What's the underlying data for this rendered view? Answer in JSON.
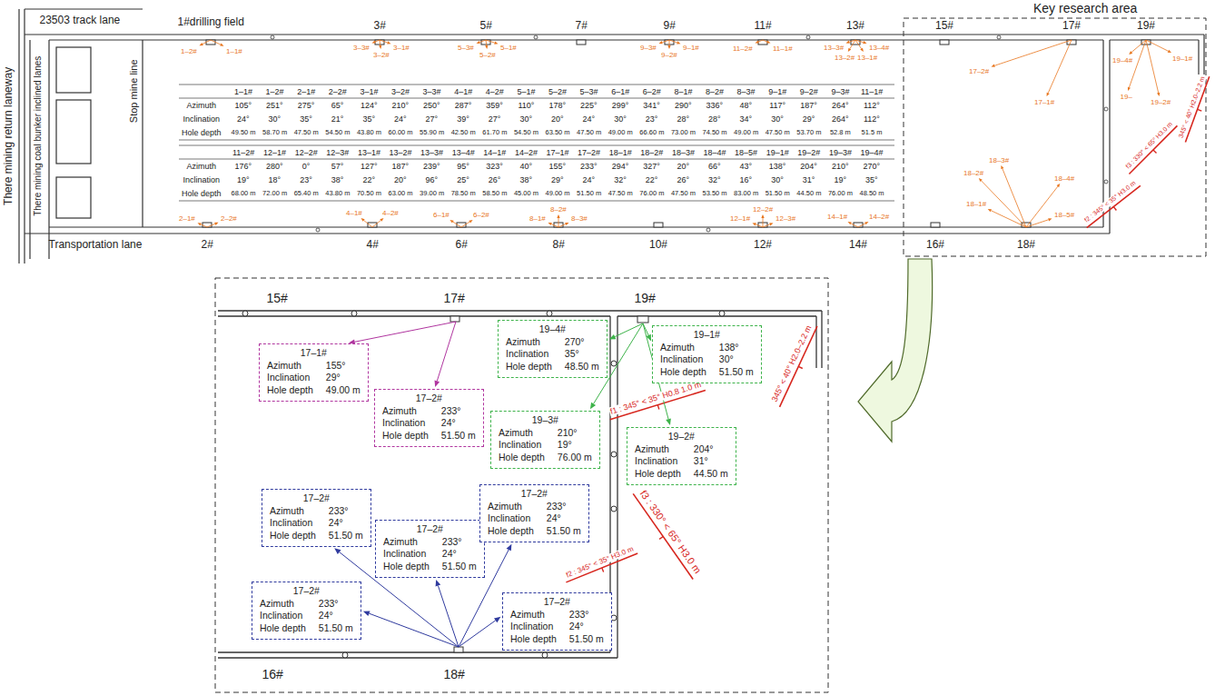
{
  "diagram": {
    "nodes": [
      {
        "text": [
          "17–1#",
          "Azimuth",
          "155°",
          "Inclination",
          "29°",
          "Hole depth",
          "49.00 m"
        ]
      },
      {
        "text": [
          "17–2#",
          "Azimuth",
          "233°",
          "Inclination",
          "24°",
          "Hole depth",
          "51.50 m"
        ]
      },
      {
        "text": [
          "19–4#",
          "Azimuth",
          "270°",
          "Inclination",
          "35°",
          "Hole depth",
          "48.50 m"
        ]
      },
      {
        "text": [
          "19–1#",
          "Azimuth",
          "138°",
          "Inclination",
          "30°",
          "Hole depth",
          "51.50 m"
        ]
      },
      {
        "text": [
          "19–3#",
          "Azimuth",
          "210°",
          "Inclination",
          "19°",
          "Hole depth",
          "76.00 m"
        ]
      },
      {
        "text": [
          "19–2#",
          "Azimuth",
          "204°",
          "Inclination",
          "31°",
          "Hole depth",
          "44.50 m"
        ]
      },
      {
        "text": [
          "17–2#",
          "Azimuth",
          "233°",
          "Inclination",
          "24°",
          "Hole depth",
          "51.50 m"
        ]
      },
      {
        "text": [
          "17–2#",
          "Azimuth",
          "233°",
          "Inclination",
          "24°",
          "Hole depth",
          "51.50 m"
        ]
      },
      {
        "text": [
          "17–2#",
          "Azimuth",
          "233°",
          "Inclination",
          "24°",
          "Hole depth",
          "51.50 m"
        ]
      },
      {
        "text": [
          "17–2#",
          "Azimuth",
          "233°",
          "Inclination",
          "24°",
          "Hole depth",
          "51.50 m"
        ]
      },
      {
        "text": [
          "17–2#",
          "Azimuth",
          "233°",
          "Inclination",
          "24°",
          "Hole depth",
          "51.50 m"
        ]
      }
    ],
    "labels": [
      "Key research area",
      "23503 track lane",
      "1#drilling field",
      "There mining return laneway",
      "There mining coal bunker inclined lanes",
      "Transportation lane",
      "Stop mine line",
      "3#",
      "5#",
      "7#",
      "9#",
      "11#",
      "13#",
      "15#",
      "17#",
      "19#",
      "2#",
      "4#",
      "6#",
      "8#",
      "10#",
      "12#",
      "14#",
      "16#",
      "18#",
      "1–1#",
      "1–2#",
      "2–1#",
      "2–2#",
      "3–1#",
      "3–2#",
      "3–3#",
      "4–1#",
      "4–2#",
      "5–1#",
      "5–2#",
      "5–3#",
      "6–1#",
      "6–2#",
      "8–1#",
      "8–2#",
      "8–3#",
      "9–1#",
      "9–2#",
      "9–3#",
      "11–1#",
      "Azimuth",
      "105°",
      "251°",
      "275°",
      "65°",
      "124°",
      "210°",
      "250°",
      "287°",
      "359°",
      "110°",
      "178°",
      "225°",
      "299°",
      "341°",
      "290°",
      "336°",
      "48°",
      "117°",
      "187°",
      "264°",
      "112°",
      "Inclination",
      "24°",
      "30°",
      "35°",
      "21°",
      "35°",
      "24°",
      "27°",
      "39°",
      "27°",
      "30°",
      "20°",
      "24°",
      "30°",
      "23°",
      "28°",
      "28°",
      "34°",
      "30°",
      "29°",
      "264°",
      "112°",
      "Hole depth",
      "49.50 m",
      "58.70 m",
      "47.50 m",
      "54.50 m",
      "43.80 m",
      "60.00 m",
      "55.90 m",
      "42.50 m",
      "61.70 m",
      "54.50 m",
      "63.50 m",
      "47.50 m",
      "49.00 m",
      "66.60 m",
      "73.00 m",
      "74.50 m",
      "49.00 m",
      "47.50 m",
      "53.70 m",
      "52.8 m",
      "51.5 m",
      "11–2#",
      "12–1#",
      "12–2#",
      "12–3#",
      "13–1#",
      "13–2#",
      "13–3#",
      "13–4#",
      "14–1#",
      "14–2#",
      "17–1#",
      "17–2#",
      "18–1#",
      "18–2#",
      "18–3#",
      "18–4#",
      "18–5#",
      "19–1#",
      "19–2#",
      "19–3#",
      "19–4#",
      "Azimuth",
      "176°",
      "280°",
      "0°",
      "57°",
      "127°",
      "187°",
      "239°",
      "95°",
      "323°",
      "40°",
      "155°",
      "233°",
      "294°",
      "327°",
      "20°",
      "66°",
      "43°",
      "138°",
      "204°",
      "210°",
      "270°",
      "Inclination",
      "19°",
      "18°",
      "23°",
      "38°",
      "22°",
      "20°",
      "96°",
      "25°",
      "26°",
      "38°",
      "29°",
      "24°",
      "32°",
      "22°",
      "26°",
      "32°",
      "16°",
      "30°",
      "31°",
      "19°",
      "35°",
      "Hole depth",
      "68.00 m",
      "72.00 m",
      "65.40 m",
      "43.80 m",
      "70.50 m",
      "63.00 m",
      "39.00 m",
      "78.50 m",
      "58.50 m",
      "45.00 m",
      "49.00 m",
      "51.50 m",
      "47.50 m",
      "76.00 m",
      "47.50 m",
      "53.50 m",
      "83.00 m",
      "51.50 m",
      "44.50 m",
      "76.00 m",
      "48.50 m",
      "1–2#",
      "1–1#",
      "3–3#",
      "3–2#",
      "3–1#",
      "5–3#",
      "5–2#",
      "5–1#",
      "9–3#",
      "9–2#",
      "9–1#",
      "11–2#",
      "11–1#",
      "13–3#",
      "13–4#",
      "13–2#",
      "13–1#",
      "2–1#",
      "2–2#",
      "4–1#",
      "4–2#",
      "6–1#",
      "6–2#",
      "8–1#",
      "8–2#",
      "8–3#",
      "12–1#",
      "12–2#",
      "12–3#",
      "14–1#",
      "14–2#",
      "17–2#",
      "17–1#",
      "19–4#",
      "19–1#",
      "19–",
      "19–2#",
      "18–2#",
      "18–3#",
      "18–1#",
      "18–4#",
      "18–5#",
      "345° < 40° H2.0–2.2 m",
      "f3 : 330° < 65° H3.0 m",
      "f2 : 345° < 35° H3.0 m",
      "15#",
      "17#",
      "19#",
      "16#",
      "18#",
      "345° < 40° H2.0–2.2 m",
      "f1 : 345° < 35° H0.8 1.0 m",
      "f3 : 330° < 65° H3.0 m",
      "f2 : 345° < 35° H3.0 m"
    ]
  }
}
